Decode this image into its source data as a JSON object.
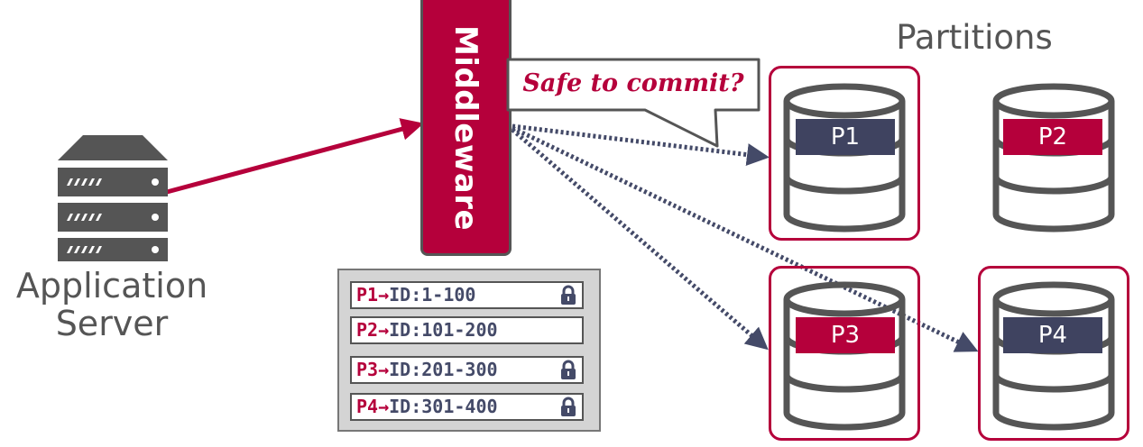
{
  "app_server": {
    "label_line1": "Application",
    "label_line2": "Server"
  },
  "middleware": {
    "label": "Middleware"
  },
  "callout": {
    "text": "Safe to commit?"
  },
  "partitions": {
    "title": "Partitions",
    "items": [
      {
        "label": "P1",
        "fill": "#3f4360",
        "selected": true
      },
      {
        "label": "P2",
        "fill": "#b5003b",
        "selected": false
      },
      {
        "label": "P3",
        "fill": "#b5003b",
        "selected": true
      },
      {
        "label": "P4",
        "fill": "#3f4360",
        "selected": true
      }
    ]
  },
  "lookup_table": {
    "rows": [
      {
        "partition": "P1",
        "arrow": "→",
        "range": "ID:1-100",
        "locked": true
      },
      {
        "partition": "P2",
        "arrow": "→",
        "range": "ID:101-200",
        "locked": false
      },
      {
        "partition": "P3",
        "arrow": "→",
        "range": "ID:201-300",
        "locked": true
      },
      {
        "partition": "P4",
        "arrow": "→",
        "range": "ID:301-400",
        "locked": true
      }
    ]
  },
  "colors": {
    "accent": "#b5003b",
    "dark": "#444a68",
    "gray": "#555555"
  }
}
